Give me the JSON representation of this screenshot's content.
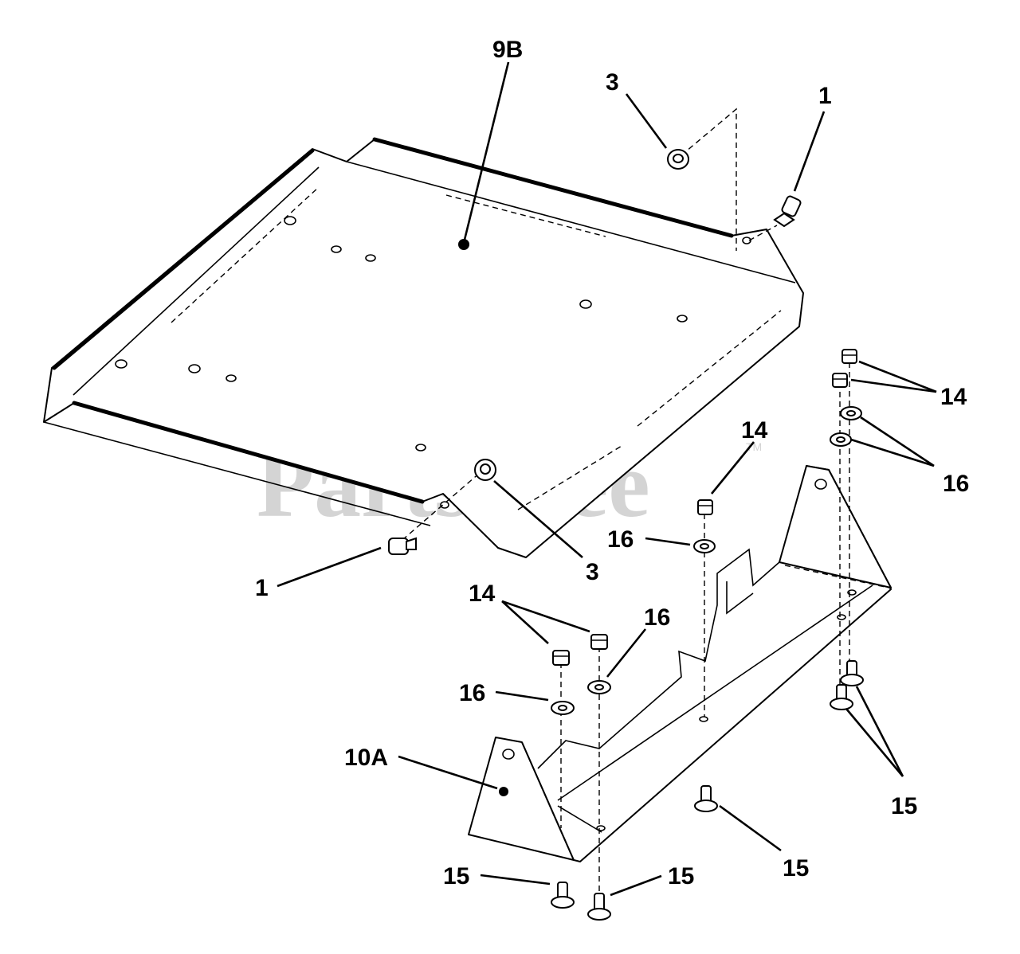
{
  "watermark": {
    "text": "PartsTree",
    "mark": "TM"
  },
  "callouts": [
    {
      "id": "c-9b",
      "label": "9B"
    },
    {
      "id": "c-3-top",
      "label": "3"
    },
    {
      "id": "c-1-top",
      "label": "1"
    },
    {
      "id": "c-14-right",
      "label": "14"
    },
    {
      "id": "c-16-right",
      "label": "16"
    },
    {
      "id": "c-14-mid",
      "label": "14"
    },
    {
      "id": "c-16-mid",
      "label": "16"
    },
    {
      "id": "c-3-bottom",
      "label": "3"
    },
    {
      "id": "c-1-bottom",
      "label": "1"
    },
    {
      "id": "c-14-left",
      "label": "14"
    },
    {
      "id": "c-16-left-upper",
      "label": "16"
    },
    {
      "id": "c-16-left-lower",
      "label": "16"
    },
    {
      "id": "c-10a",
      "label": "10A"
    },
    {
      "id": "c-15-right",
      "label": "15"
    },
    {
      "id": "c-15-mid",
      "label": "15"
    },
    {
      "id": "c-15-bottom-left",
      "label": "15"
    },
    {
      "id": "c-15-bottom-center",
      "label": "15"
    }
  ]
}
